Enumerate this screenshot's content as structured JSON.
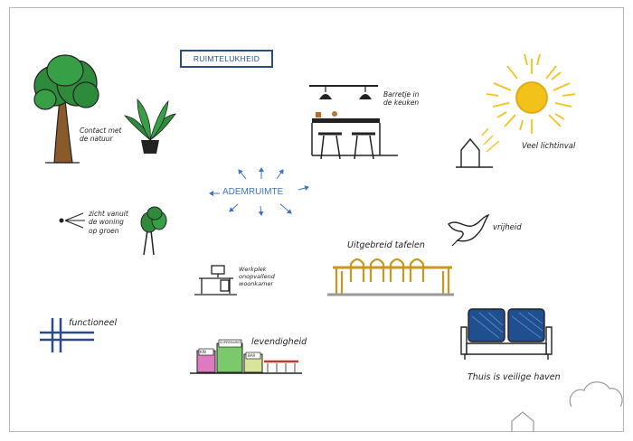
{
  "title": "RUIMTELUKHEID",
  "center_label": "ADEMRUIMTE",
  "labels": {
    "nature": "Contact met\nde natuur",
    "bar": "Barretje  in\nde keuken",
    "light": "Veel lichtinval",
    "view": "zicht vanuit\nde woning\nop groen",
    "freedom": "vrijheid",
    "dining": "Uitgebreid tafelen",
    "workplace": "Werkplek\nonopvallend\nwoonkamer",
    "functional": "functioneel",
    "liveliness": "levendigheid",
    "home": "Thuis is veilige haven"
  },
  "shop_signs": {
    "sign_1": "KIN",
    "sign_2": "SUPERMARKT",
    "sign_3": "BAR"
  },
  "colors": {
    "title_border": "#2a4d87",
    "center_text": "#3f74c4",
    "arrows": "#3f74c4",
    "tree_green": "#2e8b3c",
    "trunk": "#8a5a2b",
    "sun": "#f3c21a",
    "table_gold": "#c9961e",
    "sofa_blue": "#1f4f8f"
  }
}
